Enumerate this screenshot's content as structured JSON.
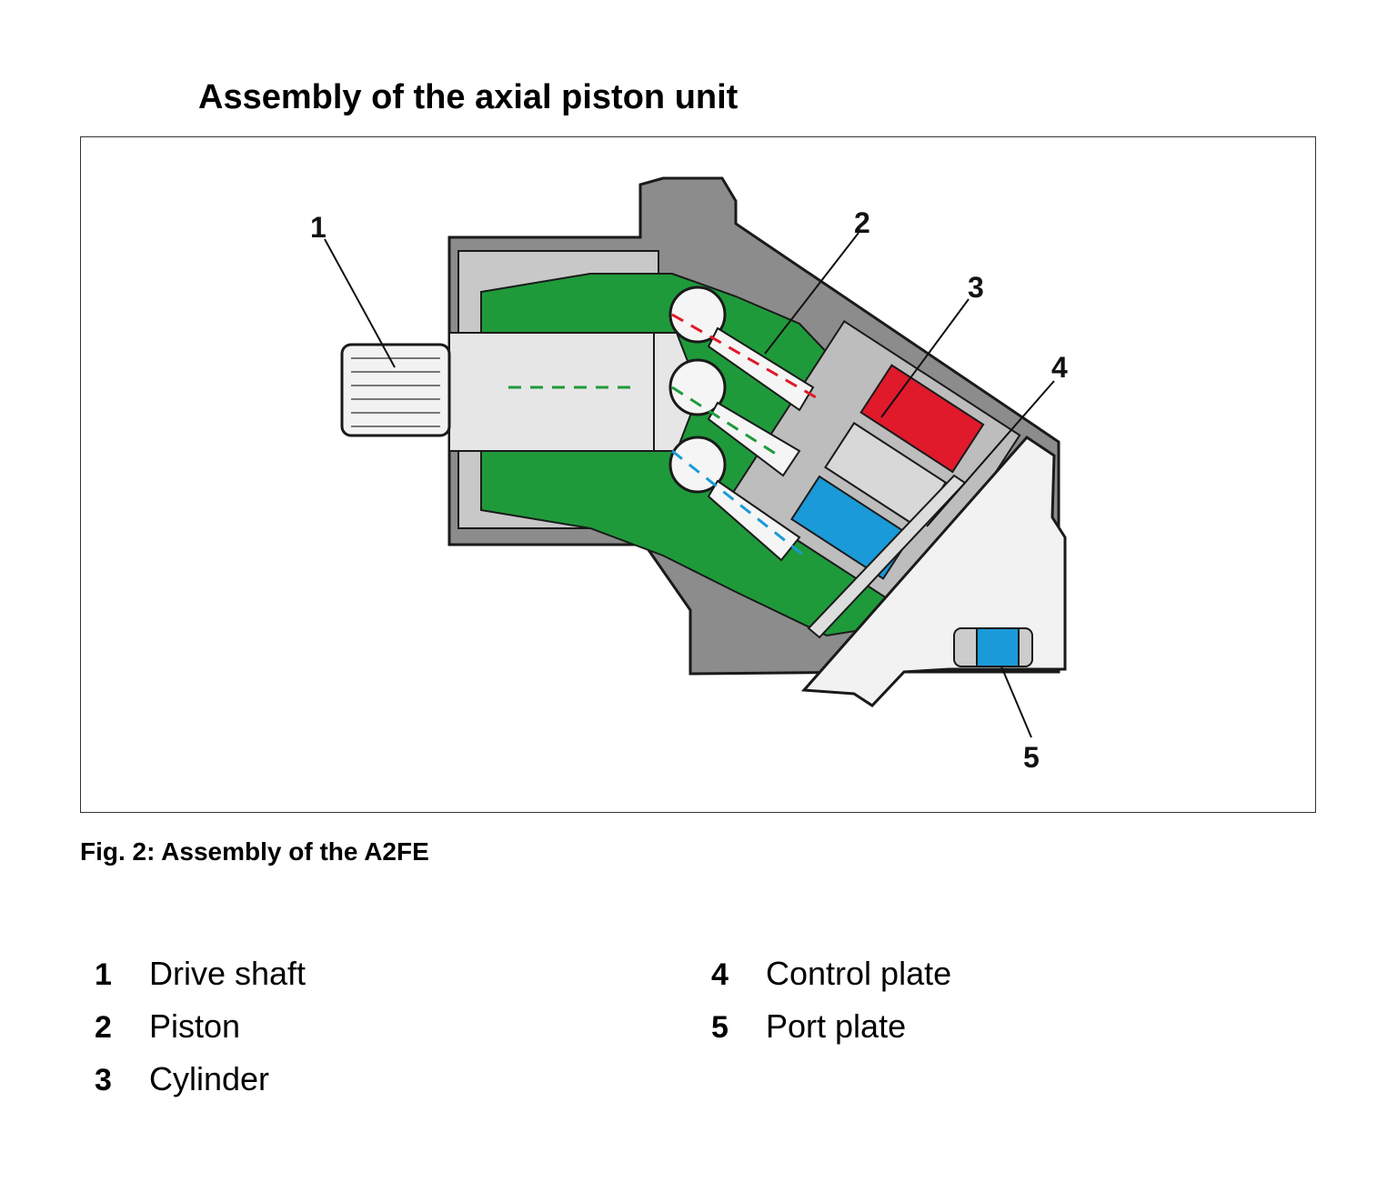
{
  "document": {
    "title": "Assembly of the axial piston unit",
    "caption": "Fig. 2: Assembly of the A2FE",
    "callouts": [
      "1",
      "2",
      "3",
      "4",
      "5"
    ],
    "legend": [
      {
        "number": "1",
        "label": "Drive shaft"
      },
      {
        "number": "2",
        "label": "Piston"
      },
      {
        "number": "3",
        "label": "Cylinder"
      },
      {
        "number": "4",
        "label": "Control plate"
      },
      {
        "number": "5",
        "label": "Port plate"
      }
    ]
  },
  "colors": {
    "housing": "#8c8c8c",
    "housing_light": "#c8c8c8",
    "green_section": "#1f9a3b",
    "piston_red": "#e0192b",
    "port_blue": "#1a9ad8",
    "outline": "#1a1a1a"
  }
}
